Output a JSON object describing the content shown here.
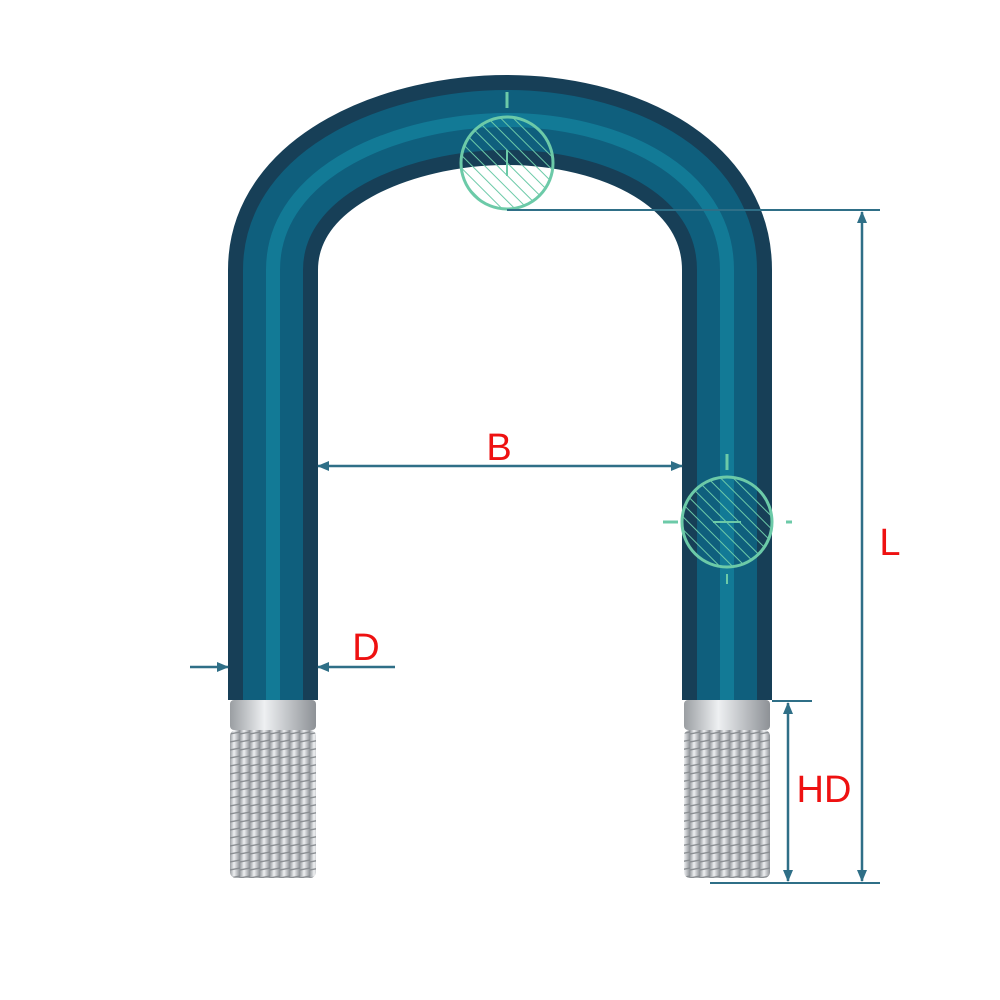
{
  "labels": {
    "B": "B",
    "L": "L",
    "D": "D",
    "HD": "HD"
  },
  "colors": {
    "body_dark": "#173f57",
    "body_mid": "#0f5f7d",
    "body_light": "#1590ab",
    "section_stroke": "#6ccaa8",
    "dimension_line": "#2f6f87",
    "label": "#ee1111",
    "thread_light": "#e4e6e8",
    "thread_dark": "#9a9ea2"
  },
  "icons": {
    "section_top": "cross-section-hatch-icon",
    "section_side": "cross-section-hatch-icon"
  }
}
